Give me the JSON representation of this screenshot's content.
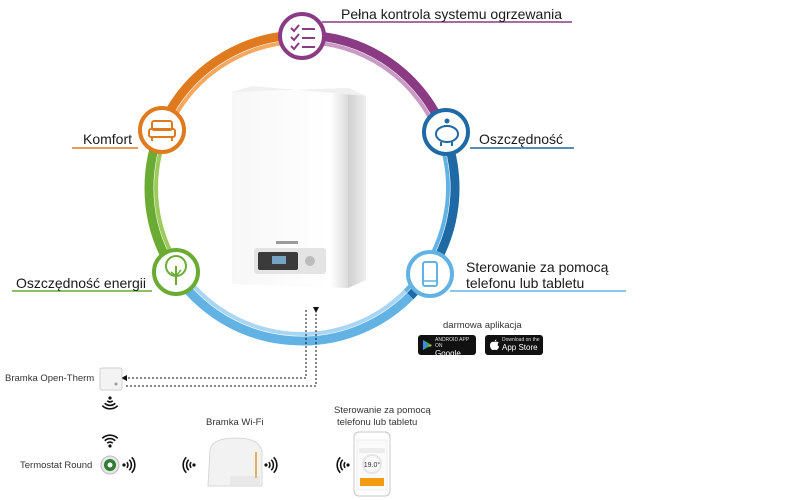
{
  "colors": {
    "purple": "#8a3b83",
    "purple_light": "#c89ac4",
    "blue": "#1f6aa5",
    "blue_light": "#63b2e4",
    "green": "#6aab34",
    "green_light": "#9ccb5b",
    "orange": "#e07a1f",
    "orange_light": "#f4a860"
  },
  "features": {
    "control": {
      "label": "Pełna kontrola systemu ogrzewania",
      "icon": "checklist-icon"
    },
    "savings": {
      "label": "Oszczędność",
      "icon": "piggy-bank-icon"
    },
    "phone": {
      "label_line1": "Sterowanie za pomocą",
      "label_line2": "telefonu lub tabletu",
      "icon": "smartphone-icon"
    },
    "energy": {
      "label": "Oszczędność energii",
      "icon": "tree-icon"
    },
    "comfort": {
      "label": "Komfort",
      "icon": "sofa-icon"
    }
  },
  "app": {
    "caption": "darmowa aplikacja",
    "google": {
      "line1": "ANDROID APP ON",
      "line2": "Google play"
    },
    "apple": {
      "line1": "Download on the",
      "line2": "App Store"
    }
  },
  "devices": {
    "gateway_ot": {
      "label": "Bramka Open-Therm"
    },
    "gateway_wifi": {
      "label": "Bramka Wi-Fi"
    },
    "thermostat": {
      "label": "Termostat Round"
    },
    "phone": {
      "label_line1": "Sterowanie za pomocą",
      "label_line2": "telefonu lub tabletu",
      "temp": "19.0°"
    }
  }
}
